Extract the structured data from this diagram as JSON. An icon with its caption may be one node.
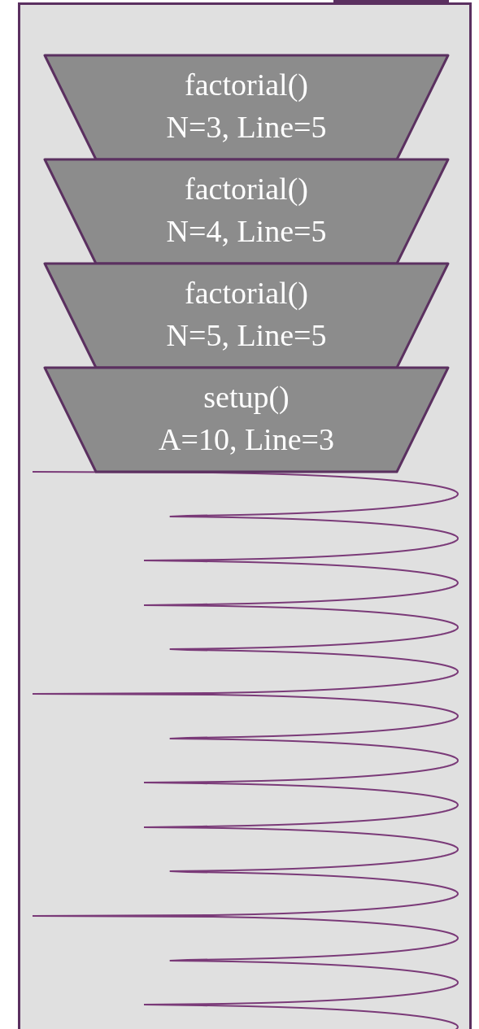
{
  "diagram": {
    "nodes": [
      {
        "text": [
          "factorial()",
          "N=3, Line=5"
        ]
      },
      {
        "text": [
          "factorial()",
          "N=4, Line=5"
        ]
      },
      {
        "text": [
          "factorial()",
          "N=5, Line=5"
        ]
      },
      {
        "text": [
          "setup()",
          "A=10, Line=3"
        ]
      }
    ]
  }
}
